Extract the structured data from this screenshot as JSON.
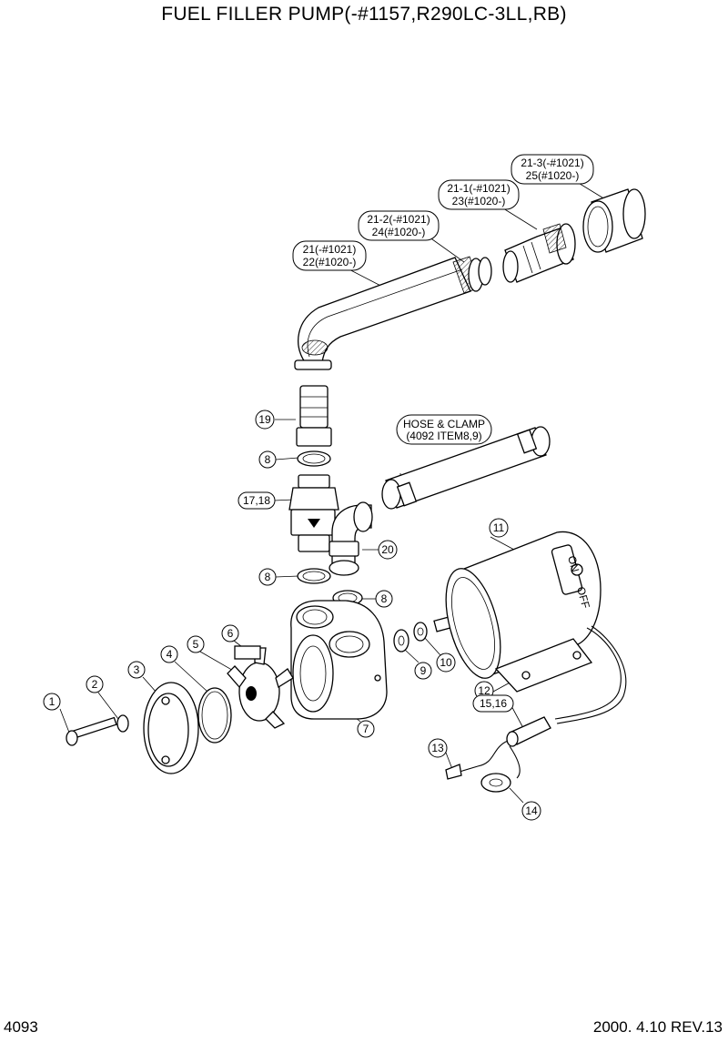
{
  "header": {
    "title": "FUEL FILLER PUMP(-#1157,R290LC-3LL,RB)"
  },
  "footer": {
    "page_number": "4093",
    "revision": "2000. 4.10  REV.13"
  },
  "callouts": {
    "c1": "1",
    "c2": "2",
    "c3": "3",
    "c4": "4",
    "c5": "5",
    "c6": "6",
    "c7": "7",
    "c8a": "8",
    "c8b": "8",
    "c8c": "8",
    "c9": "9",
    "c10": "10",
    "c11": "11",
    "c12": "12",
    "c13": "13",
    "c14": "14",
    "c15_16": "15,16",
    "c17_18": "17,18",
    "c19": "19",
    "c20": "20",
    "c21_l1": "21(-#1021)",
    "c21_l2": "22(#1020-)",
    "c21_2_l1": "21-2(-#1021)",
    "c21_2_l2": "24(#1020-)",
    "c21_1_l1": "21-1(-#1021)",
    "c21_1_l2": "23(#1020-)",
    "c21_3_l1": "21-3(-#1021)",
    "c21_3_l2": "25(#1020-)"
  },
  "notes": {
    "hose_line1": "HOSE & CLAMP",
    "hose_line2": "(4092 ITEM8,9)"
  },
  "switch": {
    "on": "ON",
    "off": "OFF"
  }
}
